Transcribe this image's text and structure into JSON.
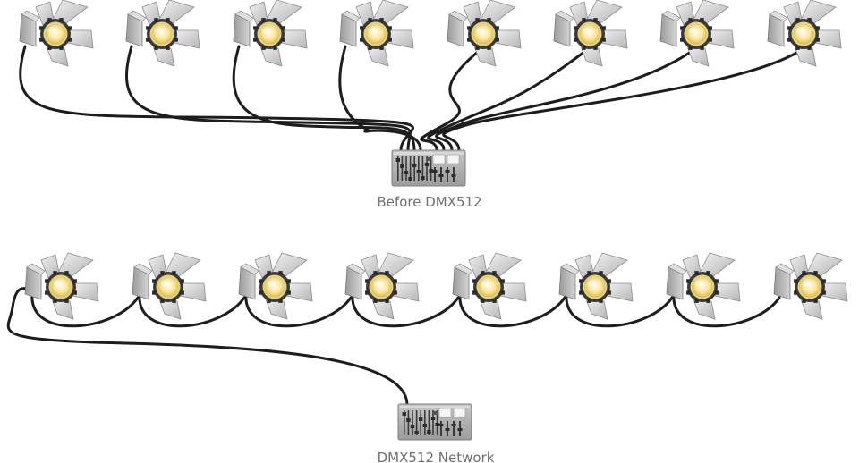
{
  "diagram": {
    "before": {
      "caption": "Before DMX512",
      "fixture_count": 8,
      "topology": "star"
    },
    "after": {
      "caption": "DMX512 Network",
      "fixture_count": 8,
      "topology": "daisy-chain"
    }
  },
  "colors": {
    "cable": "#1d1d1d",
    "lamp_glow": "#fff2b0",
    "lamp_core": "#f6df8a",
    "housing": "#b9b9b9",
    "console": "#a8a8a8",
    "caption": "#6f6f6f"
  },
  "icons": {
    "fixture": "stage-spotlight-icon",
    "controller": "lighting-console-icon"
  }
}
